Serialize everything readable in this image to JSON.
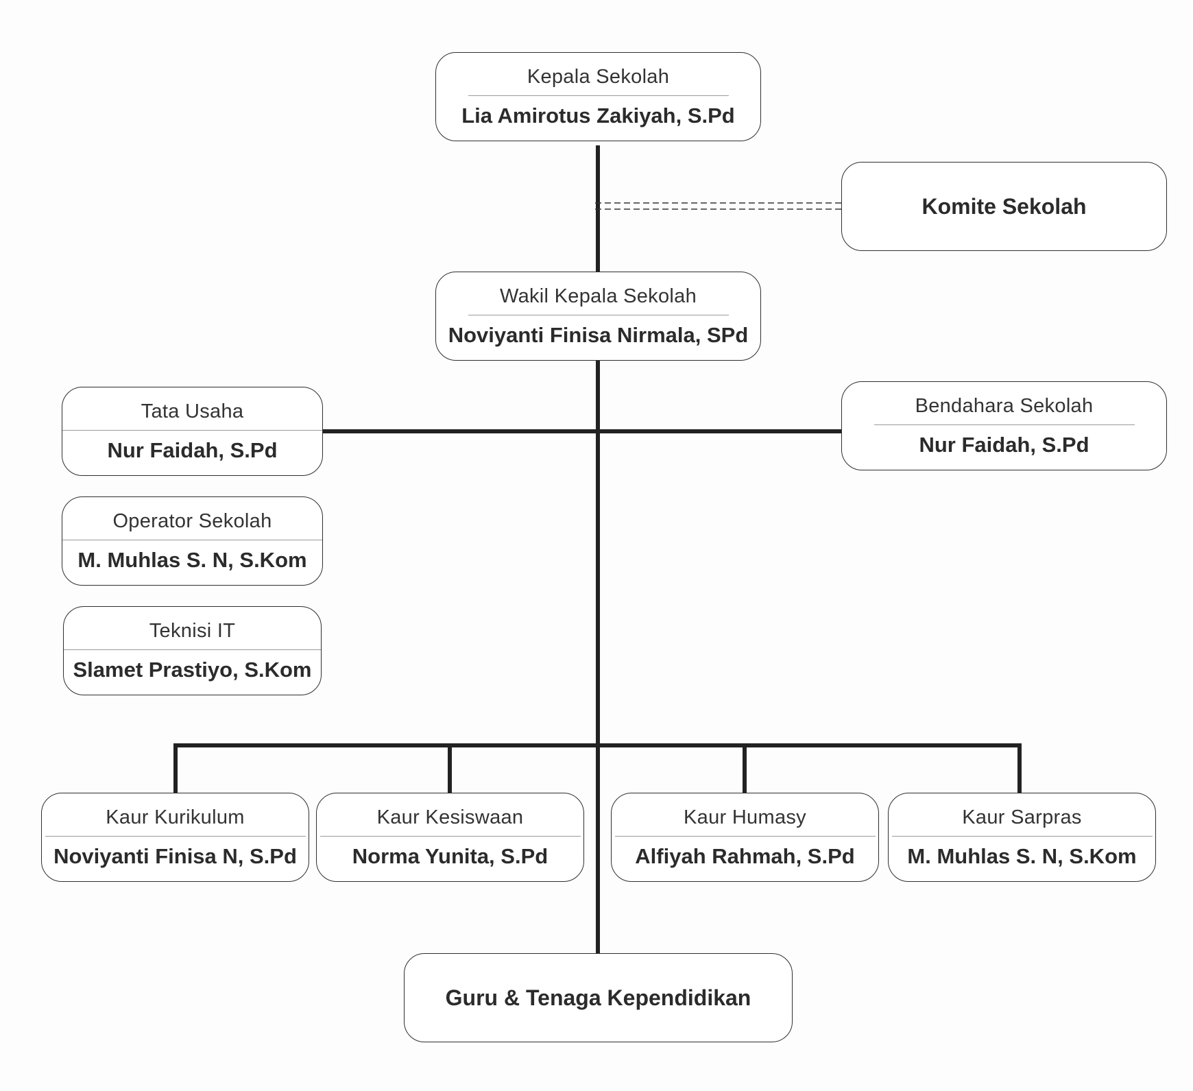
{
  "org_chart": {
    "kepala": {
      "role": "Kepala Sekolah",
      "name": "Lia Amirotus Zakiyah, S.Pd"
    },
    "komite": {
      "name": "Komite Sekolah"
    },
    "wakil": {
      "role": "Wakil Kepala Sekolah",
      "name": "Noviyanti Finisa Nirmala, SPd"
    },
    "tata_usaha": {
      "role": "Tata Usaha",
      "name": "Nur Faidah, S.Pd"
    },
    "bendahara": {
      "role": "Bendahara Sekolah",
      "name": "Nur Faidah, S.Pd"
    },
    "operator": {
      "role": "Operator Sekolah",
      "name": "M. Muhlas S. N, S.Kom"
    },
    "teknisi": {
      "role": "Teknisi IT",
      "name": "Slamet Prastiyo, S.Kom"
    },
    "kaur": [
      {
        "role": "Kaur Kurikulum",
        "name": "Noviyanti Finisa N, S.Pd"
      },
      {
        "role": "Kaur Kesiswaan",
        "name": "Norma Yunita, S.Pd"
      },
      {
        "role": "Kaur Humasy",
        "name": "Alfiyah Rahmah, S.Pd"
      },
      {
        "role": "Kaur Sarpras",
        "name": "M. Muhlas S. N, S.Kom"
      }
    ],
    "guru": {
      "name": "Guru & Tenaga Kependidikan"
    }
  },
  "colors": {
    "line": "#222222",
    "border": "#2e2e2e",
    "background": "#fdfdfd"
  }
}
